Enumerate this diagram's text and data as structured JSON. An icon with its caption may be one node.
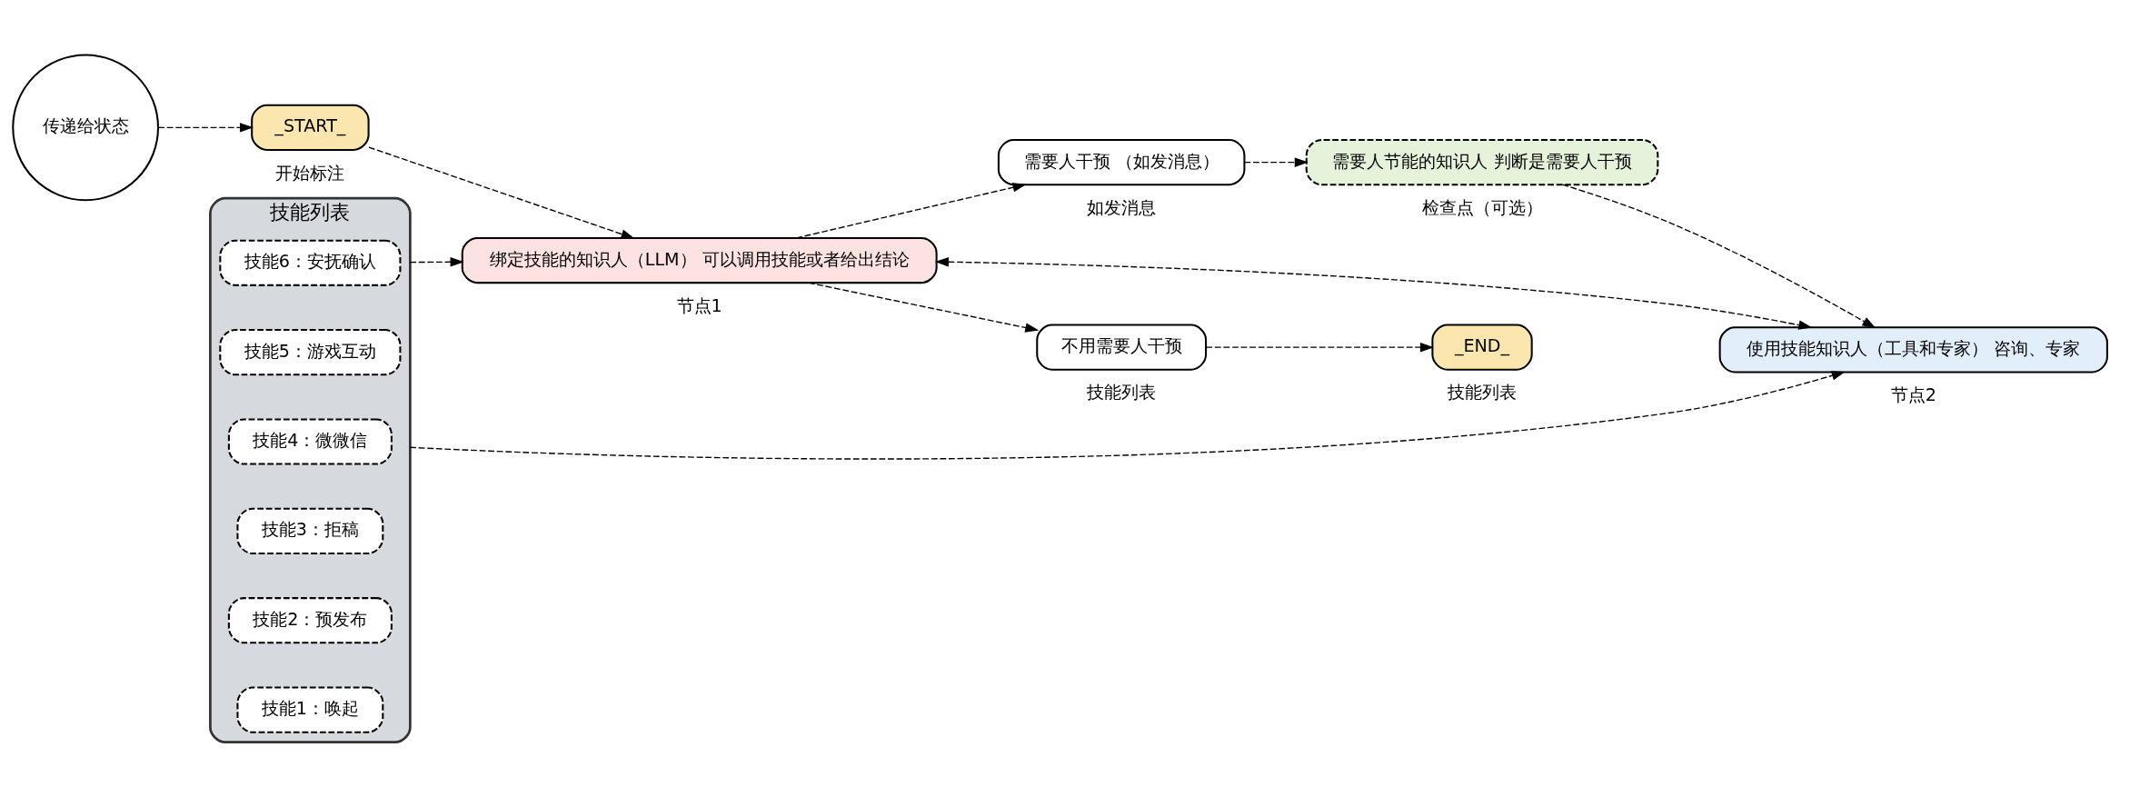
{
  "diagram": {
    "nodes": [
      {
        "text": [
          "传递给状态"
        ]
      },
      {
        "text": [
          "_START_"
        ],
        "beside": [
          "开始标注"
        ]
      },
      {
        "text": [
          "技能列表"
        ]
      },
      {
        "text": [
          "技能1：唤起"
        ],
        "in": 2
      },
      {
        "text": [
          "技能2：预发布"
        ],
        "in": 2
      },
      {
        "text": [
          "技能3：拒稿"
        ],
        "in": 2
      },
      {
        "text": [
          "技能4：微微信"
        ],
        "in": 2
      },
      {
        "text": [
          "技能5：游戏互动"
        ],
        "in": 2
      },
      {
        "text": [
          "技能6：安抚确认"
        ],
        "in": 2
      },
      {
        "text": [
          "绑定技能的知识人（LLM） 可以调用技能或者给出结论"
        ],
        "beside": [
          "节点1"
        ]
      },
      {
        "text": [
          "需要人干预 （如发消息）"
        ],
        "beside": [
          "如发消息"
        ]
      },
      {
        "text": [
          "需要人节能的知识人 判断是需要人干预"
        ],
        "beside": [
          "检查点（可选）"
        ]
      },
      {
        "text": [
          "使用技能知识人（工具和专家） 咨询、专家"
        ],
        "beside": [
          "节点2"
        ]
      },
      {
        "text": [
          "不用需要人干预"
        ],
        "beside": [
          "技能列表"
        ]
      },
      {
        "text": [
          "_END_"
        ],
        "beside": [
          "技能列表"
        ]
      }
    ],
    "edges": [
      {
        "from": 0,
        "to": 1,
        "arrow": "to",
        "style": "dashed"
      },
      {
        "from": 1,
        "to": 9,
        "arrow": "to",
        "style": "dashed"
      },
      {
        "from": 2,
        "to": 9,
        "arrow": "to",
        "style": "dashed"
      },
      {
        "from": 2,
        "to": 12,
        "arrow": "to",
        "style": "dashed"
      },
      {
        "from": 9,
        "to": 12,
        "arrow": "both",
        "style": "dashed"
      },
      {
        "from": 9,
        "to": 10,
        "arrow": "to",
        "style": "dashed"
      },
      {
        "from": 9,
        "to": 13,
        "arrow": "to",
        "style": "dashed"
      },
      {
        "from": 10,
        "to": 11,
        "arrow": "to",
        "style": "dashed"
      },
      {
        "from": 11,
        "to": 12,
        "arrow": "to",
        "style": "dashed"
      },
      {
        "from": 13,
        "to": 14,
        "arrow": "to",
        "style": "dashed"
      }
    ]
  }
}
